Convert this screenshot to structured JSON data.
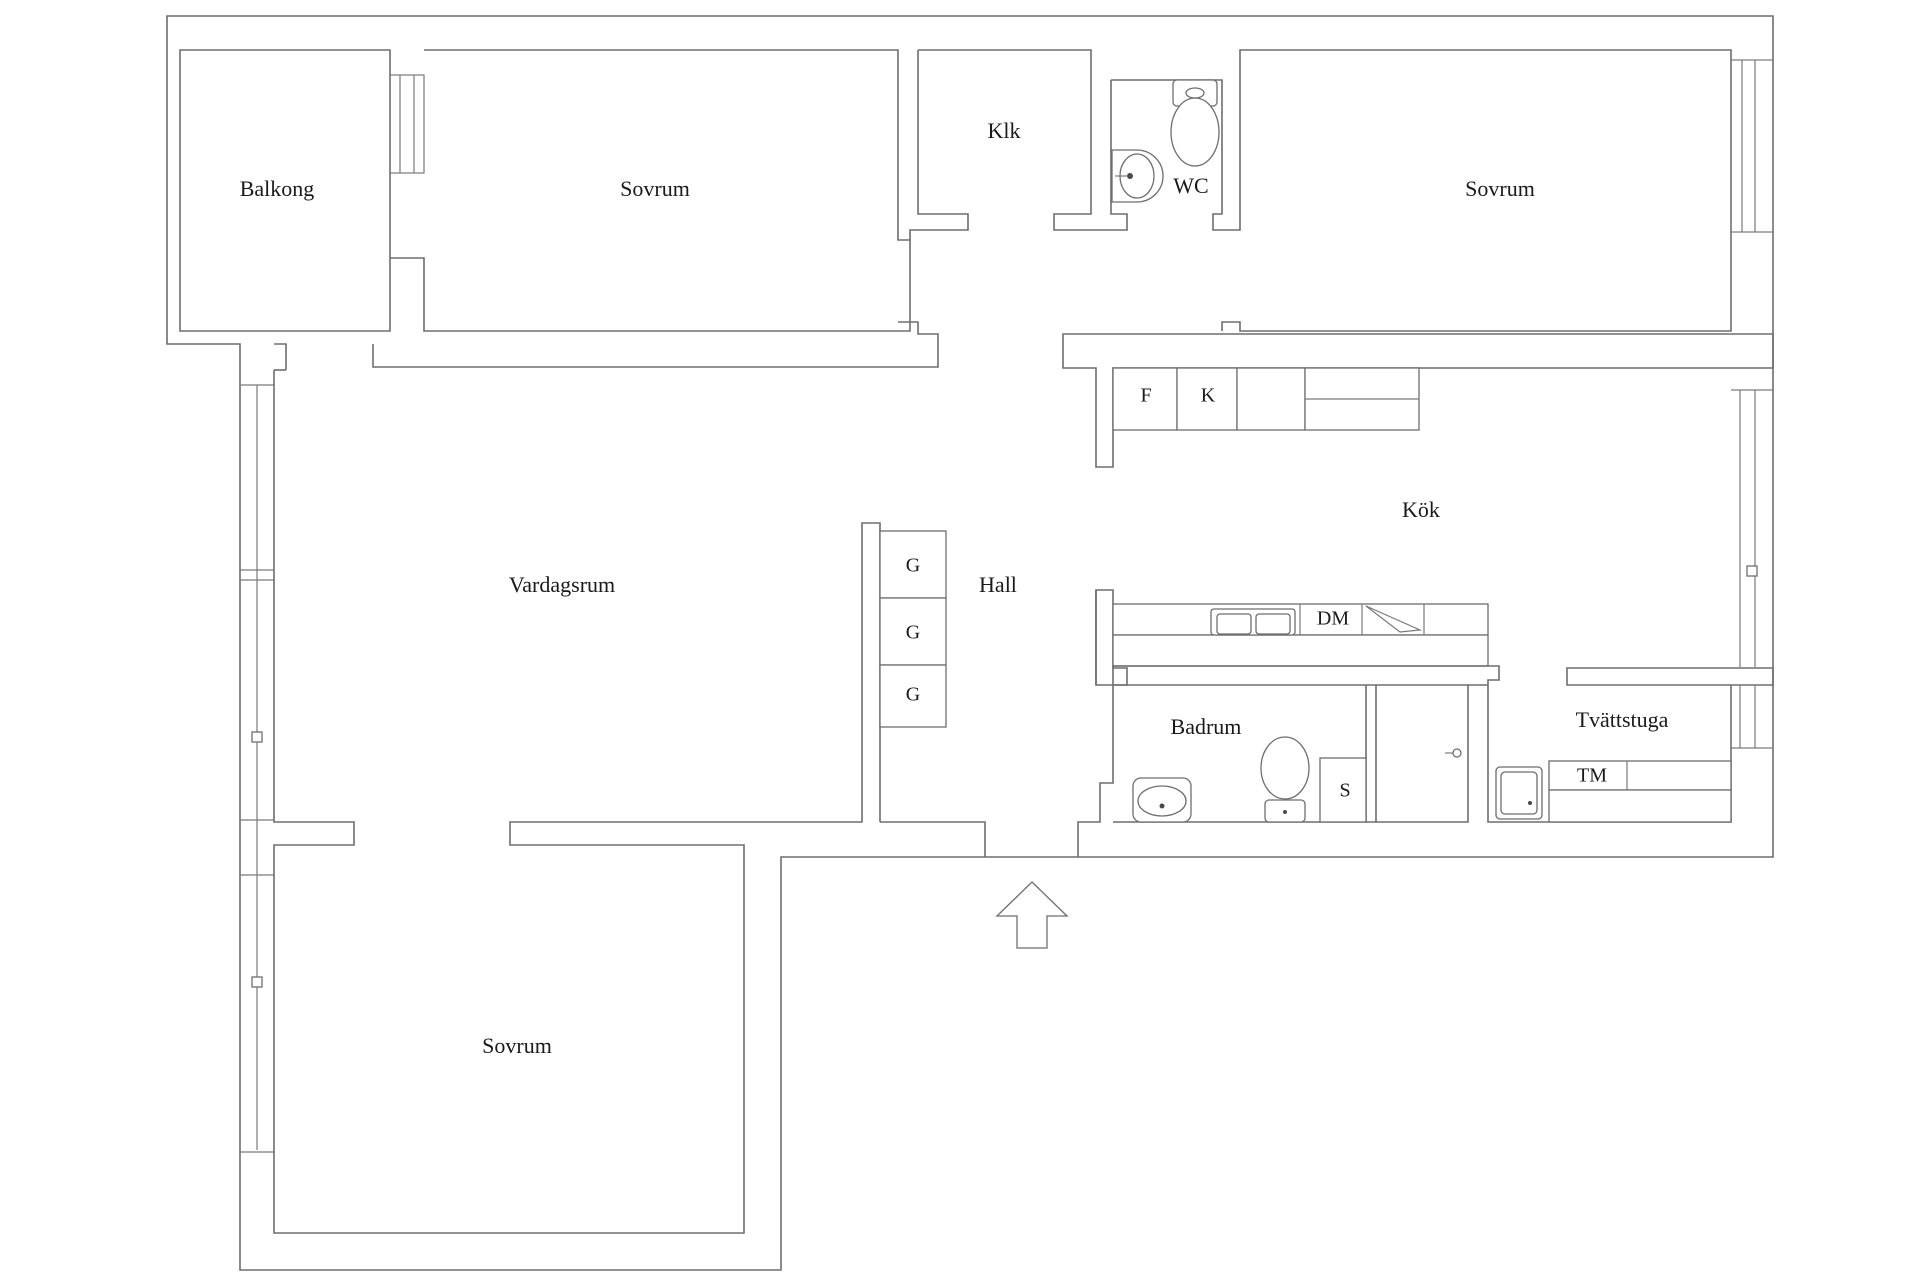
{
  "rooms": {
    "balkong": "Balkong",
    "sovrum_top_left": "Sovrum",
    "klk": "Klk",
    "wc": "WC",
    "sovrum_top_right": "Sovrum",
    "vardagsrum": "Vardagsrum",
    "hall": "Hall",
    "kok": "Kök",
    "badrum": "Badrum",
    "tvattstuga": "Tvättstuga",
    "sovrum_bottom": "Sovrum"
  },
  "fixtures": {
    "fridge": "F",
    "freezer": "K",
    "wardrobe_1": "G",
    "wardrobe_2": "G",
    "wardrobe_3": "G",
    "dishwasher": "DM",
    "cabinet_s": "S",
    "washing_machine": "TM"
  },
  "entrance": {
    "icon": "entrance-arrow-icon"
  },
  "colors": {
    "wall": "#6e6e6e",
    "background": "#ffffff",
    "text": "#1a1a1a"
  }
}
